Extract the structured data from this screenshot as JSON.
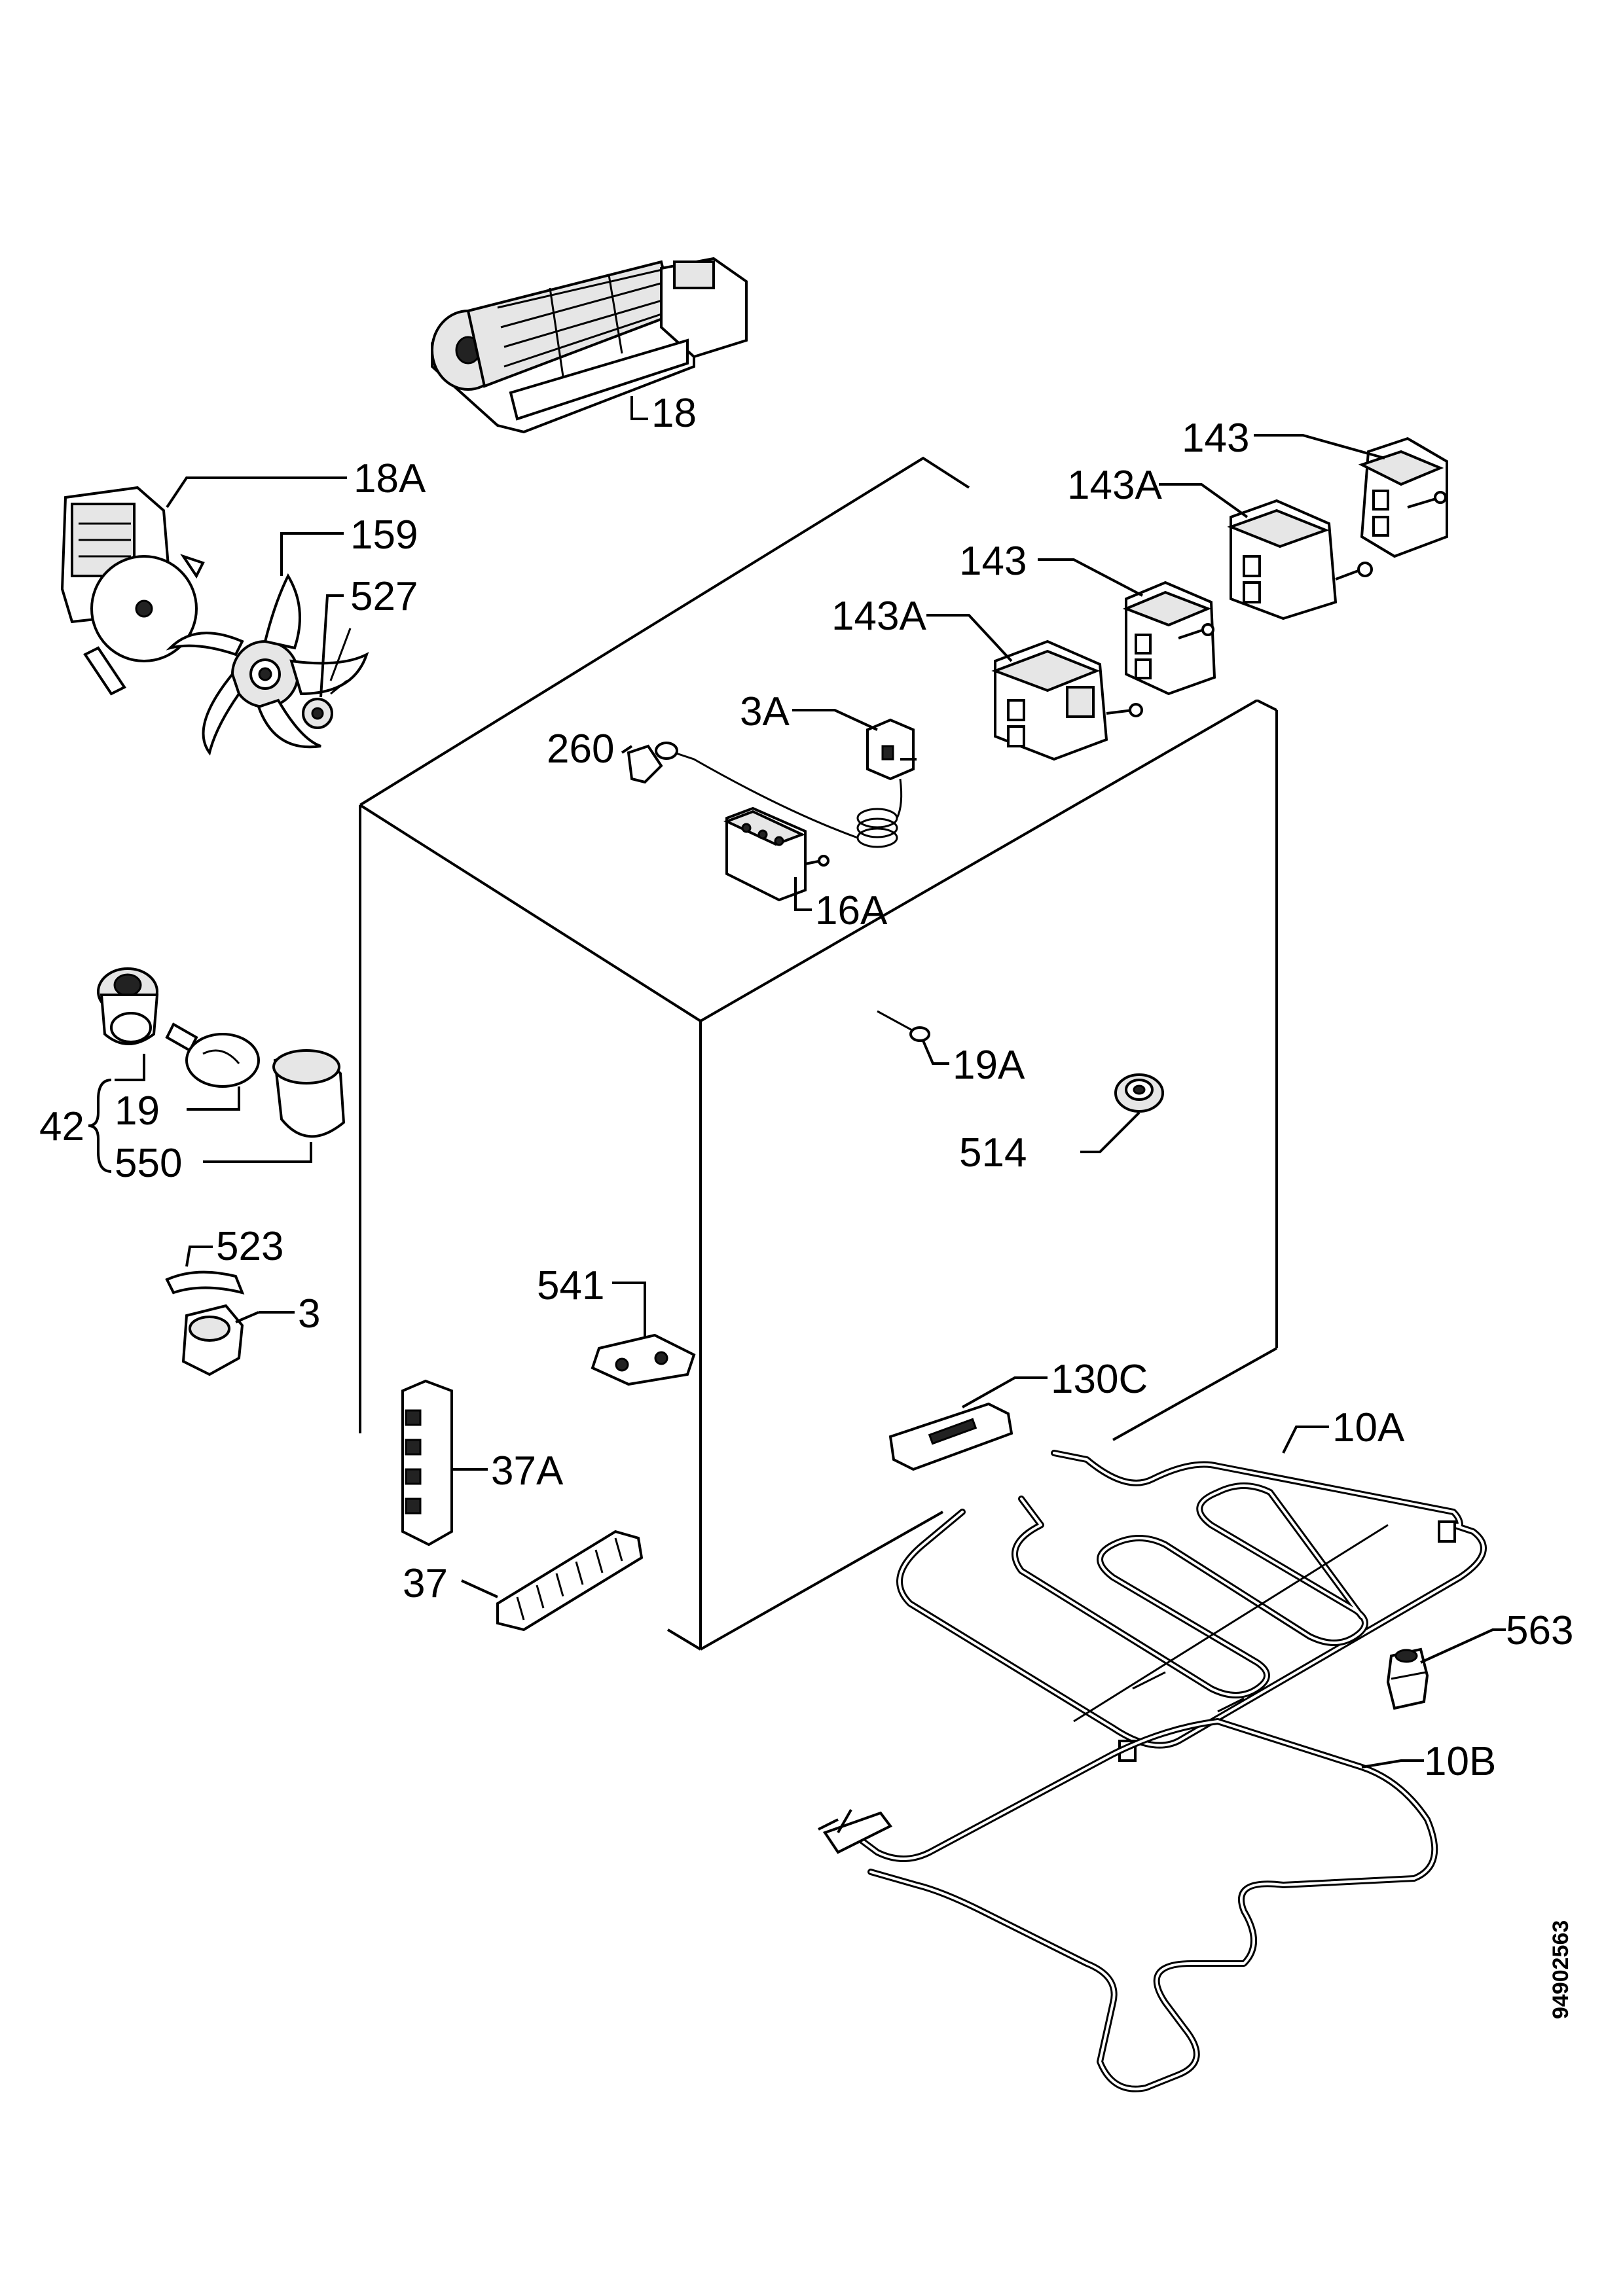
{
  "labels": {
    "p18": "18",
    "p18A": "18A",
    "p159": "159",
    "p527": "527",
    "p143_top": "143",
    "p143A_top": "143A",
    "p143_mid": "143",
    "p143A_mid": "143A",
    "p3A": "3A",
    "p260": "260",
    "p16A": "16A",
    "p42": "42",
    "p19": "19",
    "p550": "550",
    "p19A": "19A",
    "p514": "514",
    "p523": "523",
    "p3": "3",
    "p541": "541",
    "p130C": "130C",
    "p10A": "10A",
    "p37A": "37A",
    "p37": "37",
    "p563": "563",
    "p10B": "10B"
  },
  "document_ref": "94902563"
}
